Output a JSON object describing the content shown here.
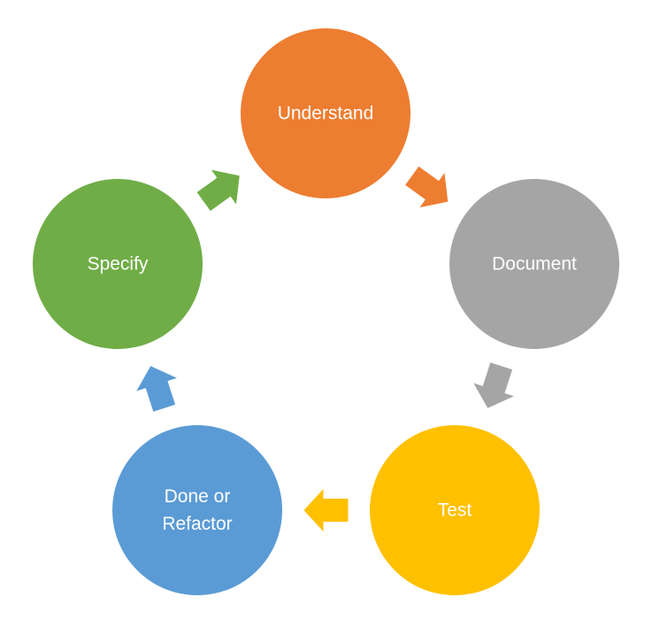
{
  "diagram": {
    "type": "cycle",
    "steps": [
      {
        "id": "understand",
        "lines": [
          "Understand"
        ],
        "color": "#ED7D31"
      },
      {
        "id": "document",
        "lines": [
          "Document"
        ],
        "color": "#A5A5A5"
      },
      {
        "id": "test",
        "lines": [
          "Test"
        ],
        "color": "#FFC000"
      },
      {
        "id": "done-or-refactor",
        "lines": [
          "Done or",
          "Refactor"
        ],
        "color": "#5B9BD5"
      },
      {
        "id": "specify",
        "lines": [
          "Specify"
        ],
        "color": "#70AD47"
      }
    ],
    "connectors": [
      {
        "from": "understand",
        "to": "document",
        "color": "#ED7D31"
      },
      {
        "from": "document",
        "to": "test",
        "color": "#A5A5A5"
      },
      {
        "from": "test",
        "to": "done-or-refactor",
        "color": "#FFC000"
      },
      {
        "from": "done-or-refactor",
        "to": "specify",
        "color": "#5B9BD5"
      },
      {
        "from": "specify",
        "to": "understand",
        "color": "#70AD47"
      }
    ]
  }
}
